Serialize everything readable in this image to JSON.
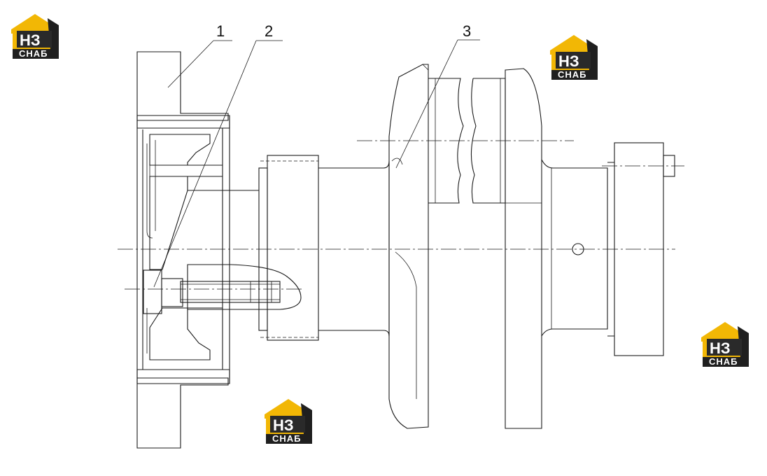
{
  "callouts": [
    {
      "id": "1",
      "label": "1"
    },
    {
      "id": "2",
      "label": "2"
    },
    {
      "id": "3",
      "label": "3"
    }
  ],
  "watermark": {
    "letters_main": "НЗ",
    "letters_sub": "СНАБ",
    "color_gold": "#f2b705",
    "color_dark": "#1f1f1f"
  }
}
